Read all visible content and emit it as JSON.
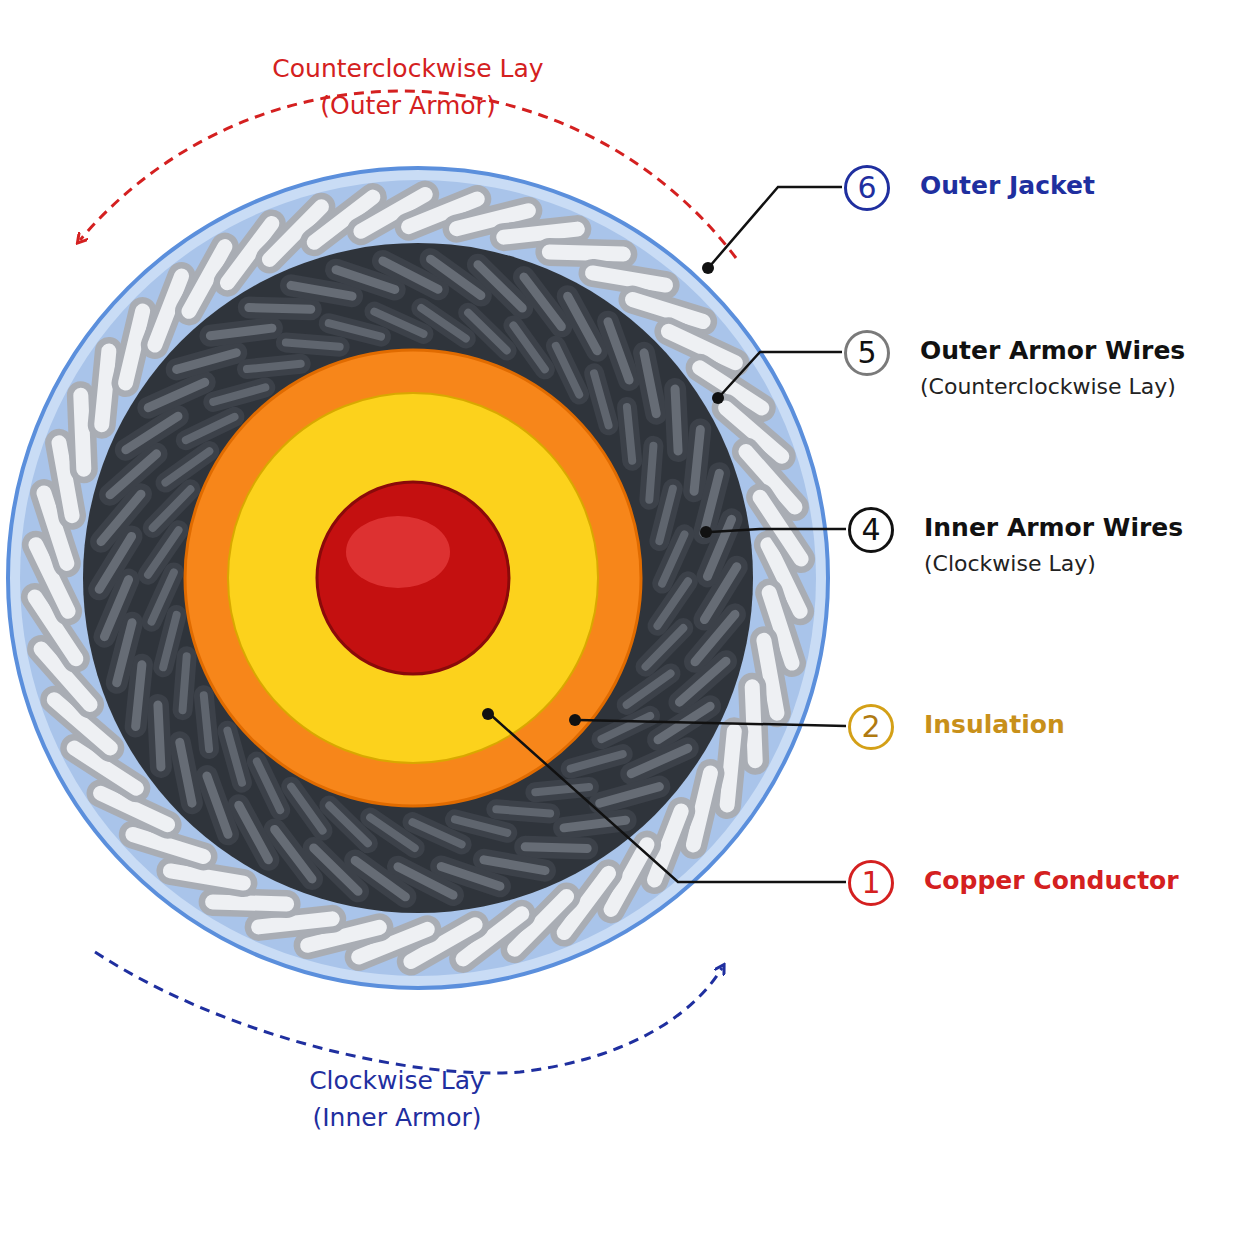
{
  "diagram": {
    "nodes": [
      {
        "text": [
          "6",
          "Outer Jacket"
        ]
      },
      {
        "text": [
          "5",
          "Outer Armor Wires",
          "(Counterclockwise Lay)"
        ]
      },
      {
        "text": [
          "4",
          "Inner Armor Wires",
          "(Clockwise Lay)"
        ]
      },
      {
        "text": [
          "2",
          "Insulation"
        ]
      },
      {
        "text": [
          "1",
          "Copper Conductor"
        ]
      }
    ],
    "labels": [
      "Counterclockwise Lay (Outer Armor)",
      "Clockwise Lay (Inner Armor)"
    ]
  }
}
